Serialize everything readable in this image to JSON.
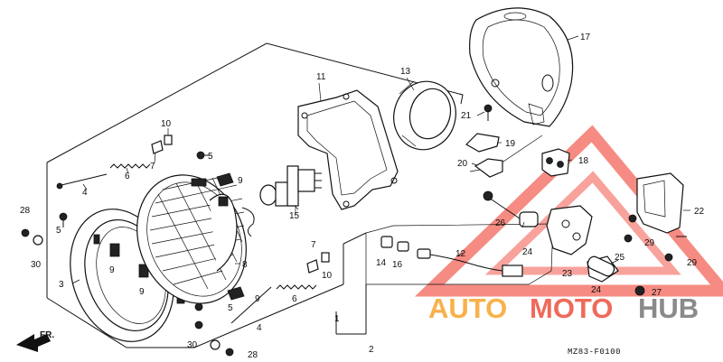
{
  "diagram": {
    "drawing_code": "MZ83-F0100",
    "front_indicator": "FR.",
    "watermark": {
      "auto": "AUTO",
      "moto": "MOTO",
      "hub": "HUB",
      "colors": {
        "auto": "#f7b24a",
        "moto": "#ef6a5a",
        "hub": "#8a8a8a",
        "triangle": "#f04a3c"
      }
    },
    "part_numbers": {
      "p1": "1",
      "p2": "2",
      "p3": "3",
      "p4a": "4",
      "p4b": "4",
      "p5a": "5",
      "p5b": "5",
      "p5c": "5",
      "p6a": "6",
      "p6b": "6",
      "p7a": "7",
      "p7b": "7",
      "p8": "8",
      "p9a": "9",
      "p9b": "9",
      "p9c": "9",
      "p9d": "9",
      "p10a": "10",
      "p10b": "10",
      "p11": "11",
      "p12": "12",
      "p13": "13",
      "p14": "14",
      "p15": "15",
      "p16": "16",
      "p17": "17",
      "p18": "18",
      "p19": "19",
      "p20": "20",
      "p21": "21",
      "p22": "22",
      "p23": "23",
      "p24a": "24",
      "p24b": "24",
      "p25": "25",
      "p26": "26",
      "p27": "27",
      "p28a": "28",
      "p28b": "28",
      "p29a": "29",
      "p29b": "29",
      "p30a": "30",
      "p30b": "30"
    }
  }
}
